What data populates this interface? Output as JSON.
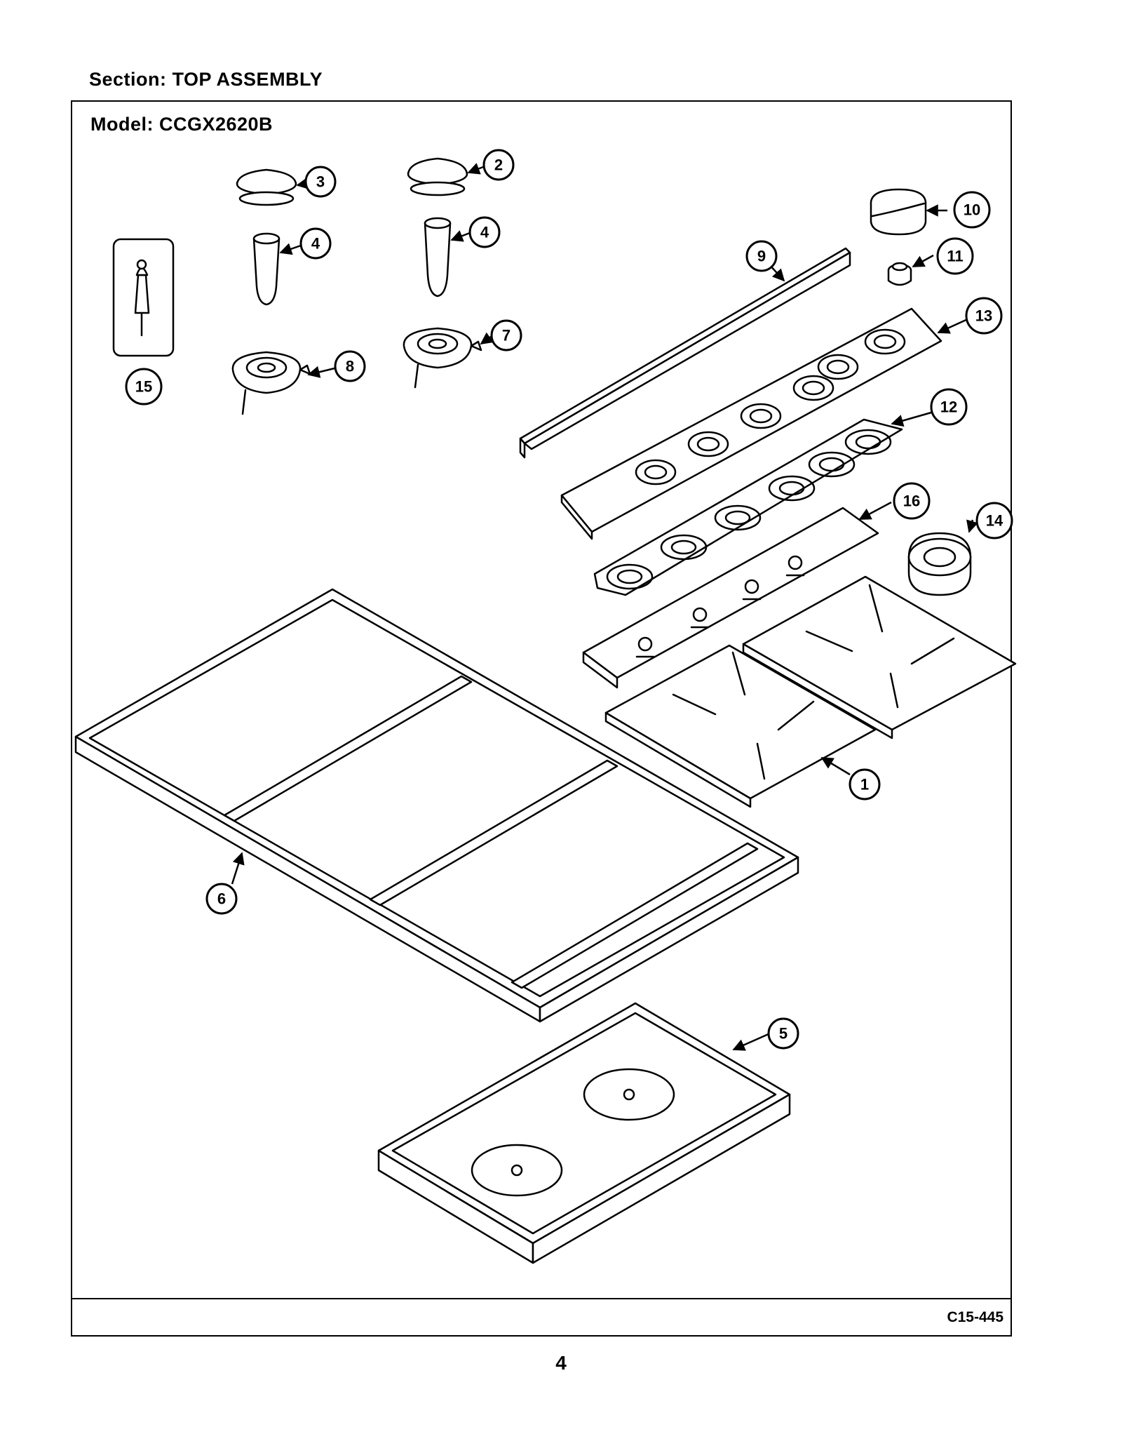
{
  "header": {
    "section_label": "Section:  TOP ASSEMBLY",
    "model_label": "Model:  CCGX2620B"
  },
  "figure": {
    "code": "C15-445"
  },
  "callouts": {
    "c1": "1",
    "c2": "2",
    "c3": "3",
    "c4a": "4",
    "c4b": "4",
    "c5": "5",
    "c6": "6",
    "c7": "7",
    "c8": "8",
    "c9": "9",
    "c10": "10",
    "c11": "11",
    "c12": "12",
    "c13": "13",
    "c14": "14",
    "c15": "15",
    "c16": "16"
  },
  "page": {
    "number": "4"
  }
}
